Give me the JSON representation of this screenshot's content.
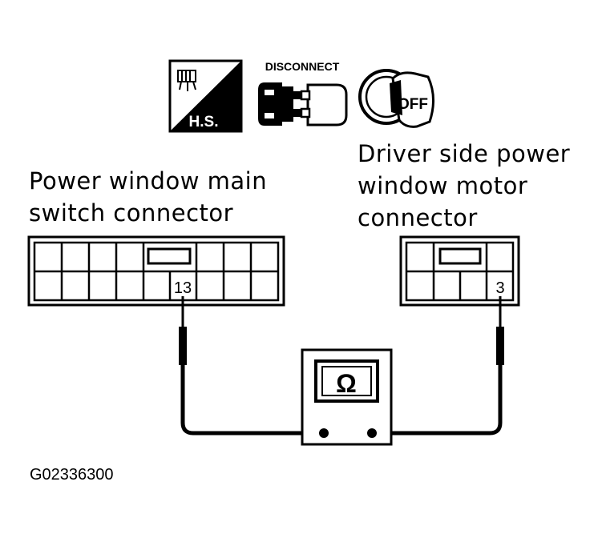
{
  "icons": {
    "hs_text": "H.S.",
    "disconnect_text": "DISCONNECT",
    "off_text": "OFF"
  },
  "main_switch": {
    "label_line1": "Power window main",
    "label_line2": "switch connector",
    "terminal": "13"
  },
  "motor": {
    "label_line1": "Driver side power",
    "label_line2": "window motor",
    "label_line3": "connector",
    "terminal": "3"
  },
  "meter": {
    "symbol": "Ω"
  },
  "figure_code": "G02336300",
  "colors": {
    "ink": "#000000",
    "paper": "#ffffff"
  }
}
